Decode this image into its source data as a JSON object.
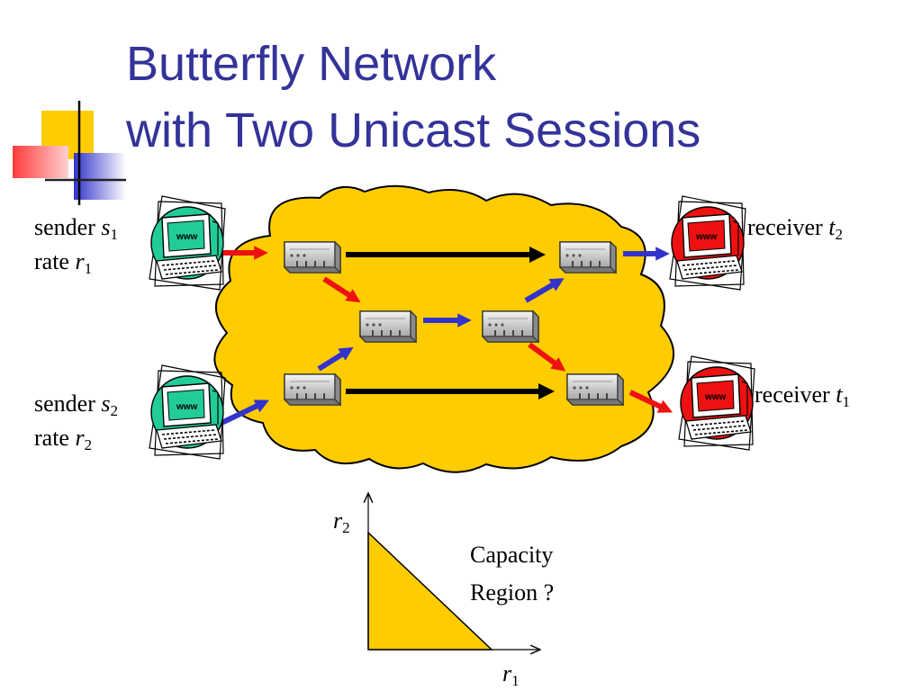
{
  "title": {
    "line1": "Butterfly Network",
    "line2": "with Two Unicast Sessions"
  },
  "sender1": {
    "label": "sender",
    "var": "s",
    "sub": "1",
    "rate_label": "rate",
    "rate_var": "r",
    "rate_sub": "1",
    "icon": "computer-icon",
    "color": "#22cc99"
  },
  "sender2": {
    "label": "sender",
    "var": "s",
    "sub": "2",
    "rate_label": "rate",
    "rate_var": "r",
    "rate_sub": "2",
    "icon": "computer-icon",
    "color": "#22cc99"
  },
  "receiver1": {
    "label": "receiver",
    "var": "t",
    "sub": "1",
    "icon": "computer-icon",
    "color": "#ee1111"
  },
  "receiver2": {
    "label": "receiver",
    "var": "t",
    "sub": "2",
    "icon": "computer-icon",
    "color": "#ee1111"
  },
  "screen_text": "www",
  "network": {
    "icon": "router-icon",
    "cloud_color": "#ffcc00"
  },
  "colors": {
    "session1": "#ee1111",
    "session2": "#3333cc",
    "shared": "#000000",
    "title": "#333399"
  },
  "capacity": {
    "text_line1": "Capacity",
    "text_line2": "Region ?",
    "x_var": "r",
    "x_sub": "1",
    "y_var": "r",
    "y_sub": "2",
    "fill": "#ffcc00"
  }
}
